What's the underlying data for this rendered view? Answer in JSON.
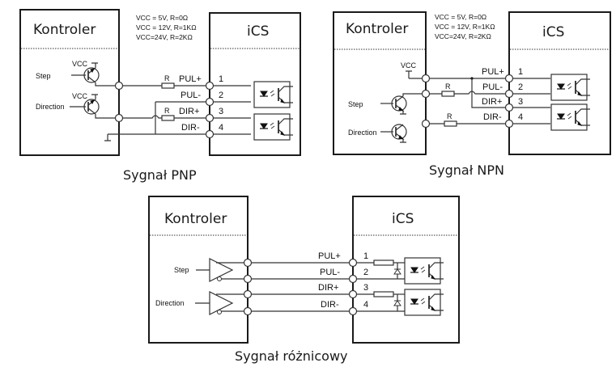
{
  "diagrams": [
    {
      "id": "pnp",
      "caption": "Sygnał PNP",
      "controller_title": "Kontroler",
      "driver_title": "iCS",
      "vcc_notes": [
        "VCC = 5V, R=0Ω",
        "VCC = 12V, R=1KΩ",
        "VCC=24V, R=2KΩ"
      ],
      "inputs": [
        "Step",
        "Direction"
      ],
      "vcc_label": "VCC",
      "resistor_label": "R",
      "signals": [
        "PUL+",
        "PUL-",
        "DIR+",
        "DIR-"
      ],
      "pins": [
        "1",
        "2",
        "3",
        "4"
      ]
    },
    {
      "id": "npn",
      "caption": "Sygnał NPN",
      "controller_title": "Kontroler",
      "driver_title": "iCS",
      "vcc_notes": [
        "VCC = 5V, R=0Ω",
        "VCC = 12V, R=1KΩ",
        "VCC=24V, R=2KΩ"
      ],
      "inputs": [
        "Step",
        "Direction"
      ],
      "vcc_label": "VCC",
      "resistor_label": "R",
      "signals": [
        "PUL+",
        "PUL-",
        "DIR+",
        "DIR-"
      ],
      "pins": [
        "1",
        "2",
        "3",
        "4"
      ]
    },
    {
      "id": "differential",
      "caption": "Sygnał różnicowy",
      "controller_title": "Kontroler",
      "driver_title": "iCS",
      "inputs": [
        "Step",
        "Direction"
      ],
      "signals": [
        "PUL+",
        "PUL-",
        "DIR+",
        "DIR-"
      ],
      "pins": [
        "1",
        "2",
        "3",
        "4"
      ]
    }
  ]
}
